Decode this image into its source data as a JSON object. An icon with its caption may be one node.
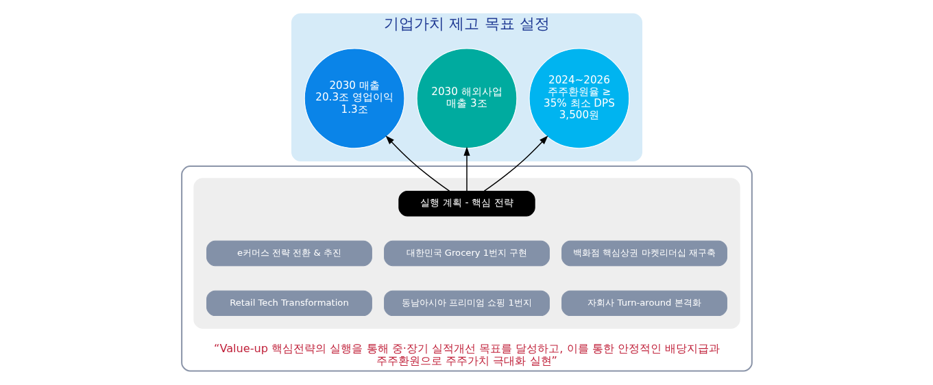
{
  "diagram": {
    "nodes": [
      {
        "text": [
          "기업가치 제고 목표 설정"
        ]
      },
      {
        "text": [
          "2030 매출 20.3조 영업이익 1.3조"
        ],
        "in": 0
      },
      {
        "text": [
          "2030 해외사업 매출 3조"
        ],
        "in": 0
      },
      {
        "text": [
          "2024~2026 주주환원율 ≥ 35% 최소 DPS 3,500원"
        ],
        "in": 0
      },
      {
        "text": [
          "“Value-up 핵심전략의 실행을 통해 중·장기 실적개선 목표를 달성하고, 이를 통한 안정적인 배당지급과 주주환원으로 주주가치 극대화 실현”"
        ]
      },
      {
        "text": [],
        "shape": "box",
        "in": 4
      },
      {
        "text": [
          "실행 계획 - 핵심 전략"
        ],
        "in": 5
      },
      {
        "text": [
          "백화점 핵심상권 마켓리더십 재구축"
        ],
        "in": 5
      },
      {
        "text": [
          "대한민국 Grocery 1번지 구현"
        ],
        "in": 5
      },
      {
        "text": [
          "e커머스 전략 전환 & 추진"
        ],
        "in": 5
      },
      {
        "text": [
          "자회사 Turn-around 본격화"
        ],
        "in": 5
      },
      {
        "text": [
          "동남아시아 프리미엄 쇼핑 1번지"
        ],
        "in": 5
      },
      {
        "text": [
          "Retail Tech Transformation"
        ],
        "in": 5
      }
    ],
    "edges": [
      {
        "from": 6,
        "to": 1,
        "arrow": "to"
      },
      {
        "from": 6,
        "to": 2,
        "arrow": "to"
      },
      {
        "from": 6,
        "to": 3,
        "arrow": "to"
      }
    ]
  }
}
